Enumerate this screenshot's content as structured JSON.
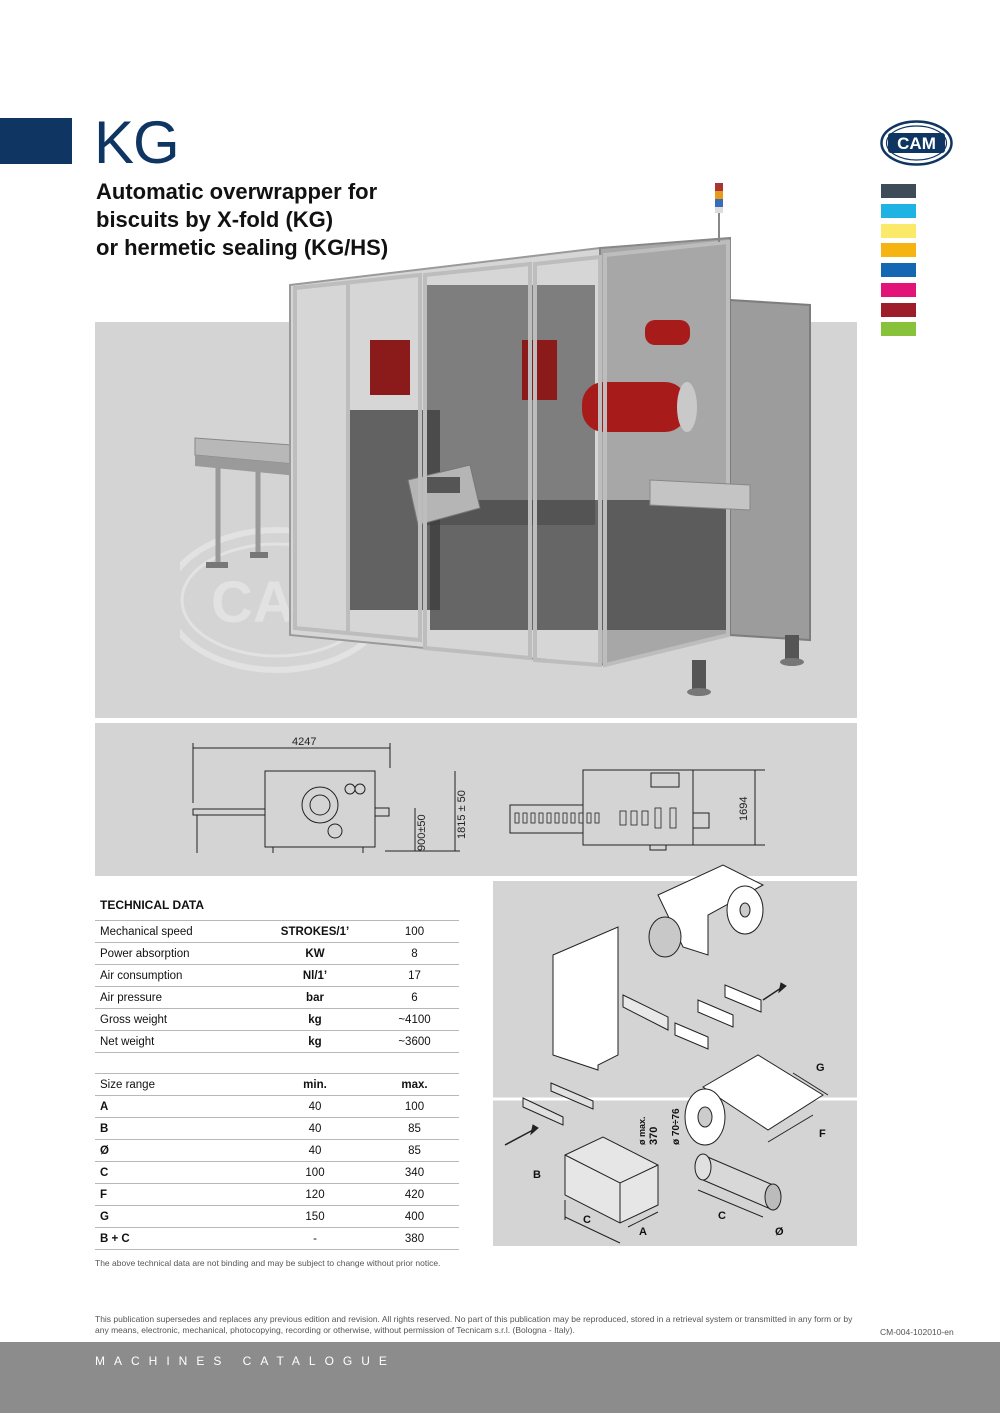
{
  "header": {
    "model": "KG",
    "subtitle_lines": [
      "Automatic overwrapper for",
      "biscuits by X-fold (KG)",
      "or hermetic sealing (KG/HS)"
    ],
    "logo_text": "CAM",
    "watermark_text": "CAM"
  },
  "colors": {
    "accent": "#0f3563",
    "swatches": [
      "#3d4c56",
      "#1fb3e4",
      "#fbe96a",
      "#f6b412",
      "#1467b2",
      "#e2147a",
      "#9e1d2b",
      "#88c23a"
    ]
  },
  "drawing": {
    "length": "4247",
    "height_total": "1815 ± 50",
    "height_table": "900±50",
    "width": "1694"
  },
  "diagram_labels": {
    "g": "G",
    "f": "F",
    "b": "B",
    "c1": "C",
    "a": "A",
    "c2": "C",
    "o": "Ø",
    "roll_max": "ø max.",
    "roll_max_val": "370",
    "roll_core": "ø 70÷76"
  },
  "technical_data": {
    "title": "TECHNICAL DATA",
    "rows": [
      {
        "label": "Mechanical speed",
        "unit": "STROKES/1’",
        "value": "100"
      },
      {
        "label": "Power absorption",
        "unit": "KW",
        "value": "8"
      },
      {
        "label": "Air consumption",
        "unit": "Nl/1’",
        "value": "17"
      },
      {
        "label": "Air pressure",
        "unit": "bar",
        "value": "6"
      },
      {
        "label": "Gross weight",
        "unit": "kg",
        "value": "~4100"
      },
      {
        "label": "Net weight",
        "unit": "kg",
        "value": "~3600"
      }
    ]
  },
  "size_range": {
    "header": {
      "label": "Size range",
      "min": "min.",
      "max": "max."
    },
    "rows": [
      {
        "label": "A",
        "min": "40",
        "max": "100"
      },
      {
        "label": "B",
        "min": "40",
        "max": "85"
      },
      {
        "label": "Ø",
        "min": "40",
        "max": "85"
      },
      {
        "label": "C",
        "min": "100",
        "max": "340"
      },
      {
        "label": "F",
        "min": "120",
        "max": "420"
      },
      {
        "label": "G",
        "min": "150",
        "max": "400"
      },
      {
        "label": "B + C",
        "min": "-",
        "max": "380"
      }
    ]
  },
  "disclaimer": "The above technical data are not binding and may be subject to change without prior notice.",
  "legal": "This publication supersedes and replaces any previous edition and revision. All rights reserved. No part of this publication may be reproduced, stored in a retrieval system or transmitted in any form or by any means, electronic, mechanical, photocopying, recording or otherwise, without permission of Tecnicam s.r.l. (Bologna - Italy).",
  "doc_code": "CM-004-102010-en",
  "footer": "MACHINES CATALOGUE"
}
